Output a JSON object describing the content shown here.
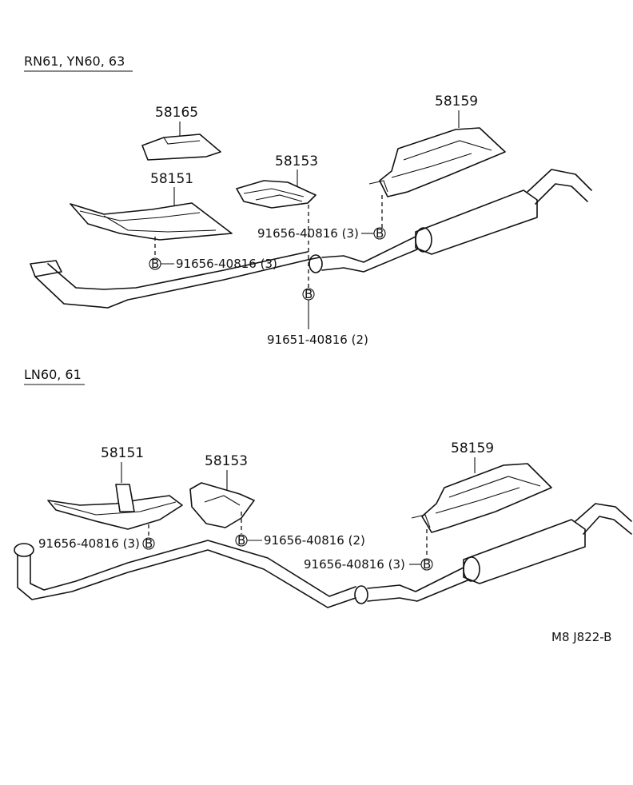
{
  "sections": {
    "top": {
      "title": "RN61, YN60, 63",
      "parts": {
        "p58165": "58165",
        "p58151": "58151",
        "p58153": "58153",
        "p58159": "58159"
      },
      "callouts": {
        "c1": "91656-40816 (3)",
        "c2": "91656-40816 (3)",
        "c3": "91651-40816 (2)"
      },
      "marker": "B"
    },
    "bottom": {
      "title": "LN60, 61",
      "parts": {
        "p58151": "58151",
        "p58153": "58153",
        "p58159": "58159"
      },
      "callouts": {
        "c1": "91656-40816 (3)",
        "c2": "91656-40816 (2)",
        "c3": "91656-40816 (3)"
      },
      "marker": "B"
    }
  },
  "figure_code": "M8 J822-B"
}
